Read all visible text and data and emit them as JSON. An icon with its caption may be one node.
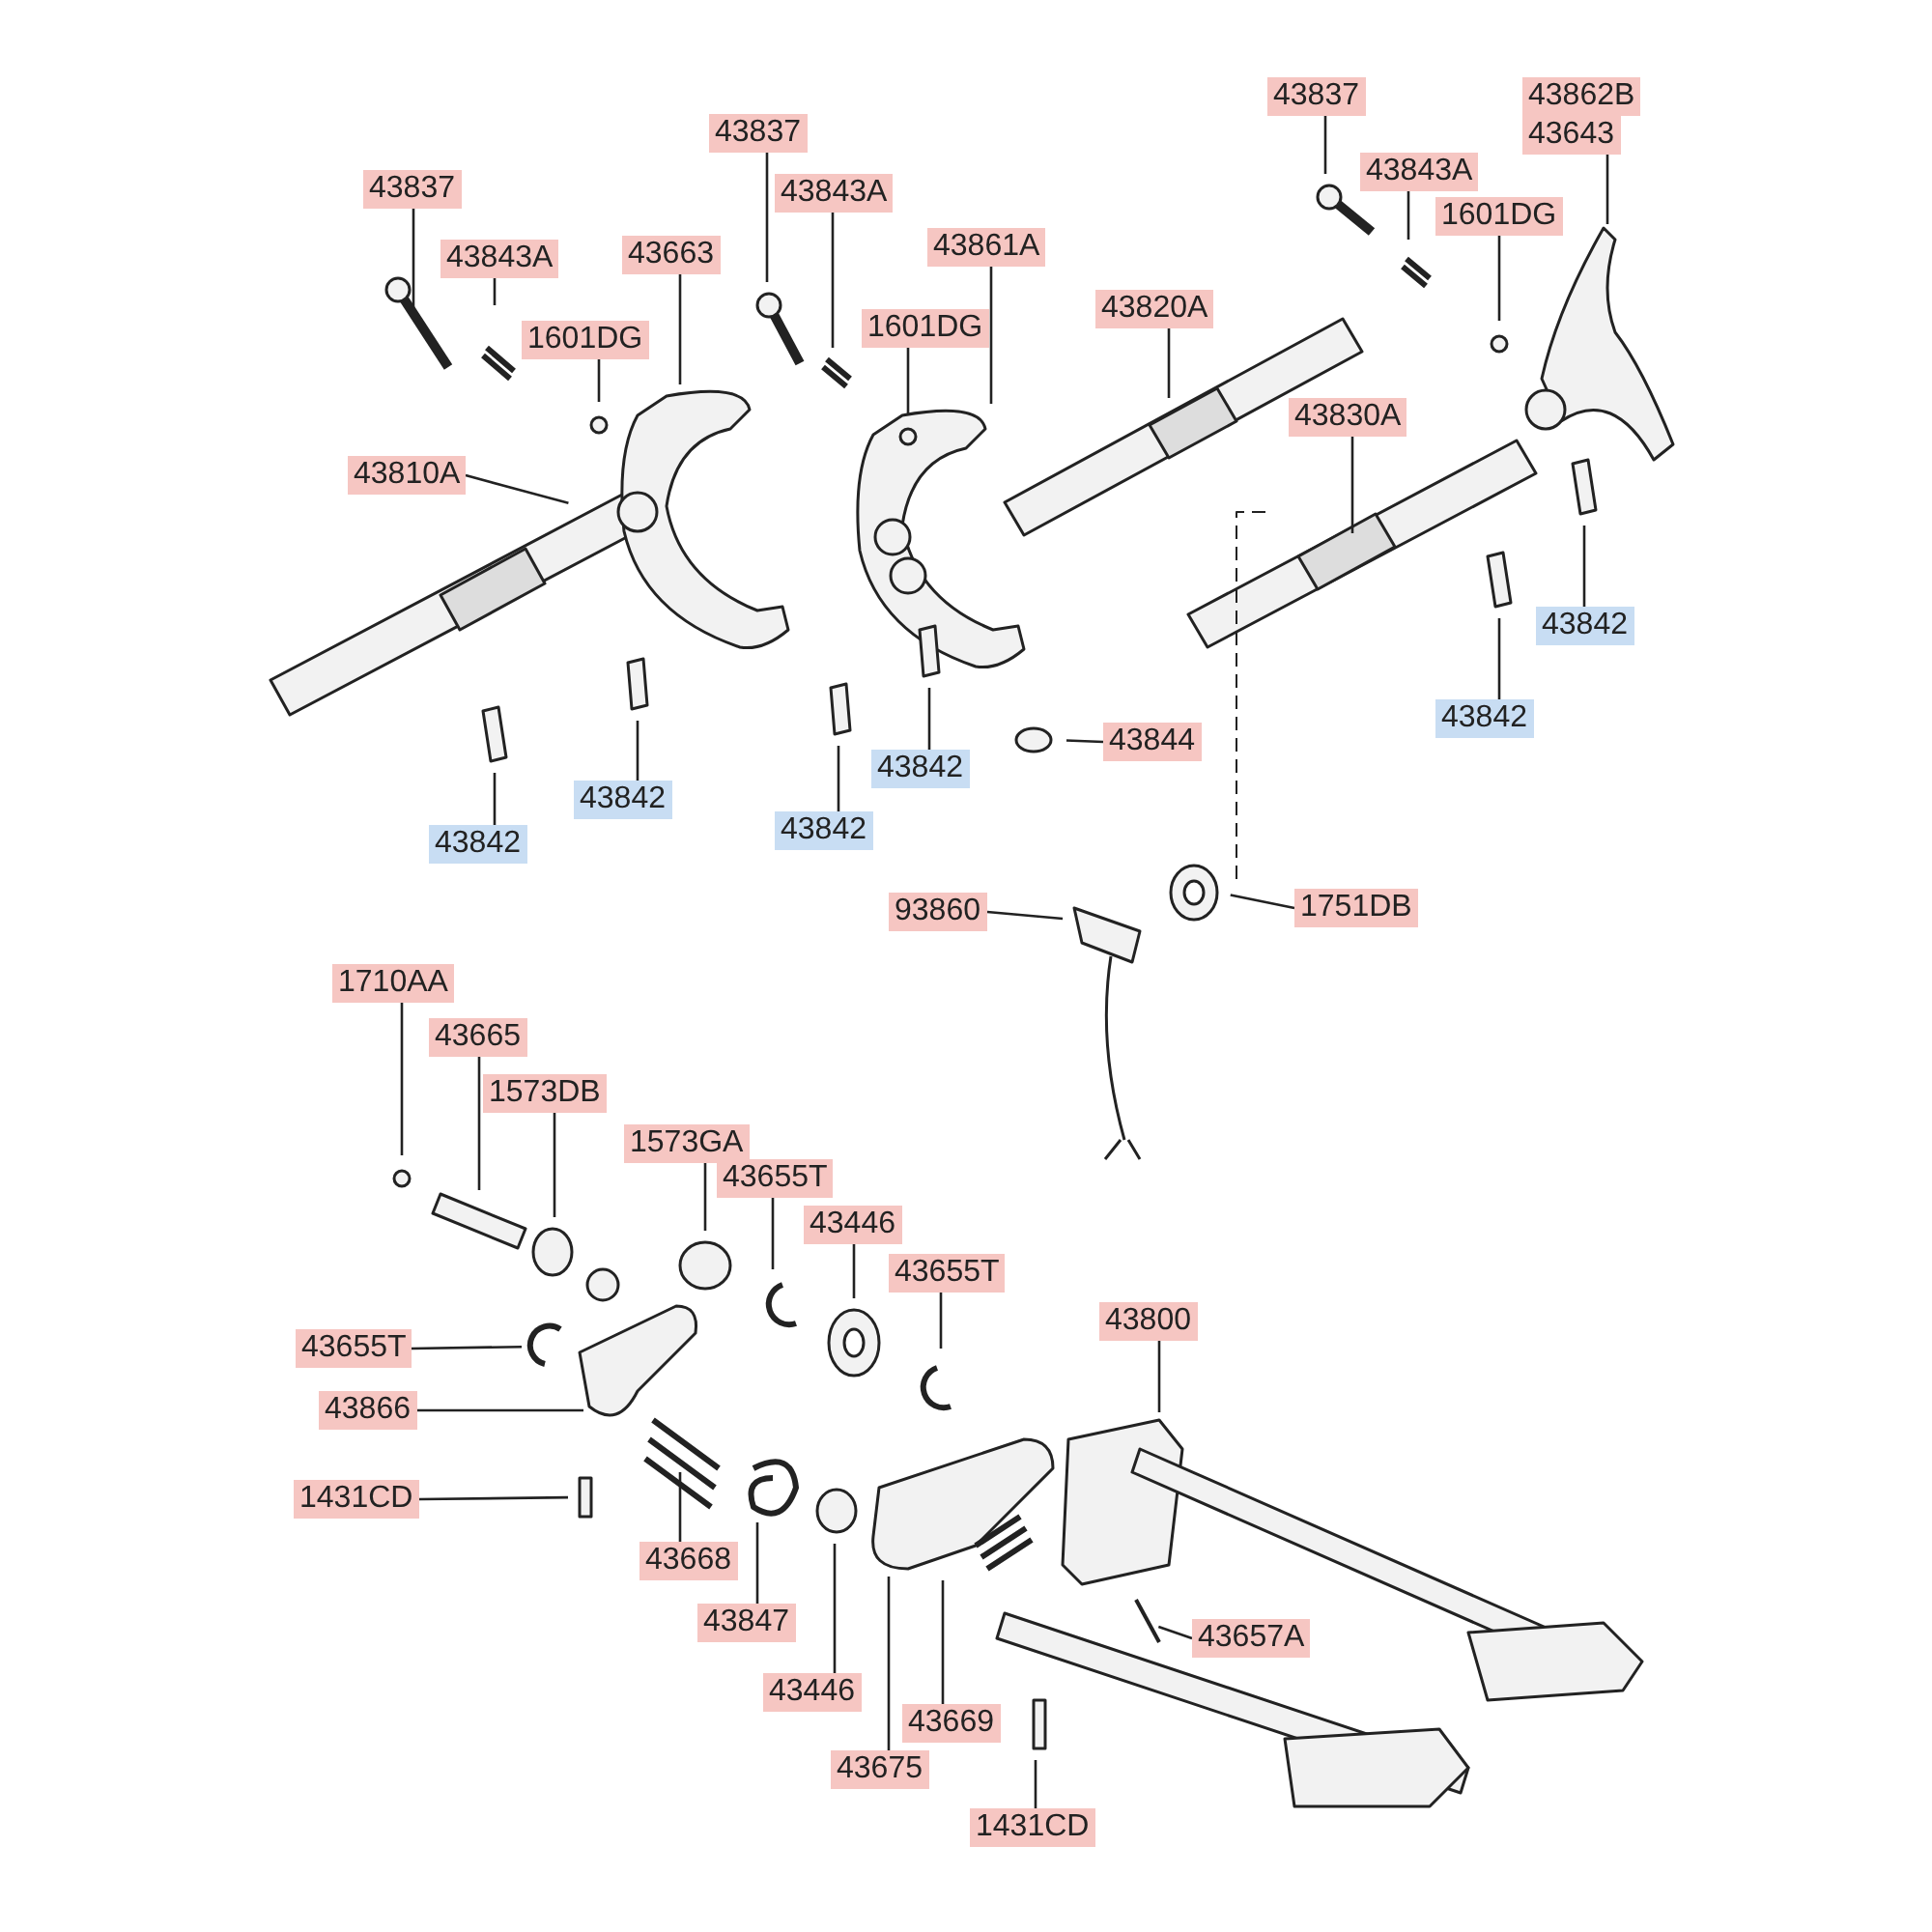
{
  "diagram": {
    "nodes": [
      {
        "text": [
          "43837"
        ]
      },
      {
        "text": [
          "43843A"
        ]
      },
      {
        "text": [
          "43663"
        ]
      },
      {
        "text": [
          "1601DG"
        ]
      },
      {
        "text": [
          "43810A"
        ]
      },
      {
        "text": [
          "43837"
        ]
      },
      {
        "text": [
          "43843A"
        ]
      },
      {
        "text": [
          "43861A"
        ]
      },
      {
        "text": [
          "1601DG"
        ]
      },
      {
        "text": [
          "43820A"
        ]
      },
      {
        "text": [
          "43837"
        ]
      },
      {
        "text": [
          "43843A"
        ]
      },
      {
        "text": [
          "43862B"
        ]
      },
      {
        "text": [
          "43643"
        ]
      },
      {
        "text": [
          "1601DG"
        ]
      },
      {
        "text": [
          "43830A"
        ]
      },
      {
        "text": [
          "43842"
        ]
      },
      {
        "text": [
          "43842"
        ]
      },
      {
        "text": [
          "43842"
        ]
      },
      {
        "text": [
          "43842"
        ]
      },
      {
        "text": [
          "43842"
        ]
      },
      {
        "text": [
          "43842"
        ]
      },
      {
        "text": [
          "43844"
        ]
      },
      {
        "text": [
          "93860"
        ]
      },
      {
        "text": [
          "1751DB"
        ]
      },
      {
        "text": [
          "1710AA"
        ]
      },
      {
        "text": [
          "43665"
        ]
      },
      {
        "text": [
          "1573DB"
        ]
      },
      {
        "text": [
          "1573GA"
        ]
      },
      {
        "text": [
          "43655T"
        ]
      },
      {
        "text": [
          "43446"
        ]
      },
      {
        "text": [
          "43655T"
        ]
      },
      {
        "text": [
          "43655T"
        ]
      },
      {
        "text": [
          "43866"
        ]
      },
      {
        "text": [
          "43800"
        ]
      },
      {
        "text": [
          "1431CD"
        ]
      },
      {
        "text": [
          "43668"
        ]
      },
      {
        "text": [
          "43847"
        ]
      },
      {
        "text": [
          "43657A"
        ]
      },
      {
        "text": [
          "43446"
        ]
      },
      {
        "text": [
          "43669"
        ]
      },
      {
        "text": [
          "43675"
        ]
      },
      {
        "text": [
          "1431CD"
        ]
      }
    ],
    "edges": [
      {
        "from": 0,
        "to": null,
        "arrow": "none"
      },
      {
        "from": 1,
        "to": null,
        "arrow": "none"
      },
      {
        "from": 2,
        "to": null,
        "arrow": "none"
      },
      {
        "from": 3,
        "to": null,
        "arrow": "none"
      },
      {
        "from": 4,
        "to": null,
        "arrow": "none"
      },
      {
        "from": 5,
        "to": null,
        "arrow": "none"
      },
      {
        "from": 6,
        "to": null,
        "arrow": "none"
      },
      {
        "from": 7,
        "to": null,
        "arrow": "none"
      },
      {
        "from": 8,
        "to": null,
        "arrow": "none"
      },
      {
        "from": 9,
        "to": null,
        "arrow": "none"
      },
      {
        "from": 10,
        "to": null,
        "arrow": "none"
      },
      {
        "from": 11,
        "to": null,
        "arrow": "none"
      },
      {
        "from": 13,
        "to": null,
        "arrow": "none"
      },
      {
        "from": 14,
        "to": null,
        "arrow": "none"
      },
      {
        "from": 15,
        "to": null,
        "arrow": "none"
      },
      {
        "from": 16,
        "to": null,
        "arrow": "none"
      },
      {
        "from": 17,
        "to": null,
        "arrow": "none"
      },
      {
        "from": 18,
        "to": null,
        "arrow": "none"
      },
      {
        "from": 19,
        "to": null,
        "arrow": "none"
      },
      {
        "from": 20,
        "to": null,
        "arrow": "none"
      },
      {
        "from": 21,
        "to": null,
        "arrow": "none"
      },
      {
        "from": 22,
        "to": null,
        "arrow": "none"
      },
      {
        "from": 23,
        "to": null,
        "arrow": "none"
      },
      {
        "from": 24,
        "to": null,
        "arrow": "none"
      },
      {
        "from": 25,
        "to": null,
        "arrow": "none"
      },
      {
        "from": 26,
        "to": null,
        "arrow": "none"
      },
      {
        "from": 27,
        "to": null,
        "arrow": "none"
      },
      {
        "from": 28,
        "to": null,
        "arrow": "none"
      },
      {
        "from": 29,
        "to": null,
        "arrow": "none"
      },
      {
        "from": 30,
        "to": null,
        "arrow": "none"
      },
      {
        "from": 31,
        "to": null,
        "arrow": "none"
      },
      {
        "from": 32,
        "to": null,
        "arrow": "none"
      },
      {
        "from": 33,
        "to": null,
        "arrow": "none"
      },
      {
        "from": 34,
        "to": null,
        "arrow": "none"
      },
      {
        "from": 35,
        "to": null,
        "arrow": "none"
      },
      {
        "from": 36,
        "to": null,
        "arrow": "none"
      },
      {
        "from": 37,
        "to": null,
        "arrow": "none"
      },
      {
        "from": 38,
        "to": null,
        "arrow": "none"
      },
      {
        "from": 39,
        "to": null,
        "arrow": "none"
      },
      {
        "from": 40,
        "to": null,
        "arrow": "none"
      },
      {
        "from": 41,
        "to": null,
        "arrow": "none"
      },
      {
        "from": 42,
        "to": null,
        "arrow": "none"
      }
    ]
  }
}
